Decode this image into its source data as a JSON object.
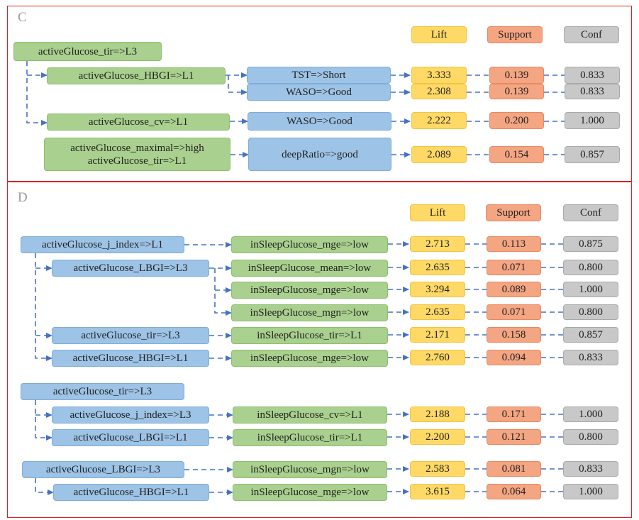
{
  "colors": {
    "green": "#a9d08e",
    "blue": "#9dc3e6",
    "lift": "#ffd966",
    "support": "#f4a582",
    "conf": "#c8c8c8",
    "connector": "#4472c4",
    "panel_border": "#dd2222"
  },
  "panel_c": {
    "letter": "C",
    "headers": {
      "lift": "Lift",
      "support": "Support",
      "conf": "Conf"
    },
    "left_nodes": [
      {
        "label": "activeGlucose_tir=>L3"
      },
      {
        "label": "activeGlucose_HBGI=>L1"
      },
      {
        "label": "activeGlucose_cv=>L1"
      },
      {
        "label": "activeGlucose_maximal=>high\nactiveGlucose_tir=>L1"
      }
    ],
    "rules": [
      {
        "consequent": "TST=>Short",
        "lift": "3.333",
        "support": "0.139",
        "conf": "0.833"
      },
      {
        "consequent": "WASO=>Good",
        "lift": "2.308",
        "support": "0.139",
        "conf": "0.833"
      },
      {
        "consequent": "WASO=>Good",
        "lift": "2.222",
        "support": "0.200",
        "conf": "1.000"
      },
      {
        "consequent": "deepRatio=>good",
        "lift": "2.089",
        "support": "0.154",
        "conf": "0.857"
      }
    ]
  },
  "panel_d": {
    "letter": "D",
    "headers": {
      "lift": "Lift",
      "support": "Support",
      "conf": "Conf"
    },
    "left_nodes": [
      {
        "label": "activeGlucose_j_index=>L1"
      },
      {
        "label": "activeGlucose_LBGI=>L3"
      },
      {
        "label": "activeGlucose_tir=>L3"
      },
      {
        "label": "activeGlucose_HBGI=>L1"
      },
      {
        "label": "activeGlucose_tir=>L3"
      },
      {
        "label": "activeGlucose_j_index=>L3"
      },
      {
        "label": "activeGlucose_LBGI=>L1"
      },
      {
        "label": "activeGlucose_LBGI=>L3"
      },
      {
        "label": "activeGlucose_HBGI=>L1"
      }
    ],
    "rules": [
      {
        "consequent": "inSleepGlucose_mge=>low",
        "lift": "2.713",
        "support": "0.113",
        "conf": "0.875"
      },
      {
        "consequent": "inSleepGlucose_mean=>low",
        "lift": "2.635",
        "support": "0.071",
        "conf": "0.800"
      },
      {
        "consequent": "inSleepGlucose_mge=>low",
        "lift": "3.294",
        "support": "0.089",
        "conf": "1.000"
      },
      {
        "consequent": "inSleepGlucose_mgn=>low",
        "lift": "2.635",
        "support": "0.071",
        "conf": "0.800"
      },
      {
        "consequent": "inSleepGlucose_tir=>L1",
        "lift": "2.171",
        "support": "0.158",
        "conf": "0.857"
      },
      {
        "consequent": "inSleepGlucose_mge=>low",
        "lift": "2.760",
        "support": "0.094",
        "conf": "0.833"
      },
      {
        "consequent": "inSleepGlucose_cv=>L1",
        "lift": "2.188",
        "support": "0.171",
        "conf": "1.000"
      },
      {
        "consequent": "inSleepGlucose_tir=>L1",
        "lift": "2.200",
        "support": "0.121",
        "conf": "0.800"
      },
      {
        "consequent": "inSleepGlucose_mgn=>low",
        "lift": "2.583",
        "support": "0.081",
        "conf": "0.833"
      },
      {
        "consequent": "inSleepGlucose_mge=>low",
        "lift": "3.615",
        "support": "0.064",
        "conf": "1.000"
      }
    ]
  }
}
